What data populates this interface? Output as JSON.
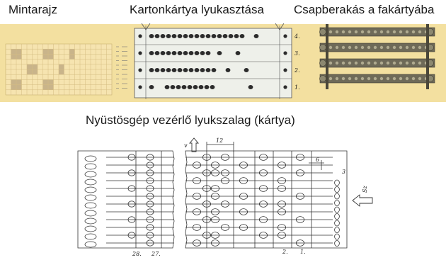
{
  "titles": {
    "pattern": "Mintarajz",
    "punching": "Kartonkártya lyukasztása",
    "pegging": "Csapberakás a fakártyába",
    "dobby": "Nyüstösgép vezérlő lyukszalag (kártya)"
  },
  "punched_card": {
    "row_numbers": [
      "4.",
      "3.",
      "2.",
      "1."
    ]
  },
  "dobby_tape": {
    "dimension_label": "12",
    "side_marks": [
      "3",
      "6"
    ],
    "arrow_labels": [
      "v",
      "Sz"
    ],
    "bottom_left_numbers": [
      "28.",
      "27."
    ],
    "bottom_right_numbers": [
      "2.",
      "1."
    ]
  },
  "colors": {
    "strip_background": "#f3e0a0",
    "grid_fill": "#f6e4b0",
    "grid_cell_dark": "#c9b48a",
    "card_fill": "#eef0ea",
    "hole": "#2c2c2c",
    "wood": "#6e6a58"
  }
}
